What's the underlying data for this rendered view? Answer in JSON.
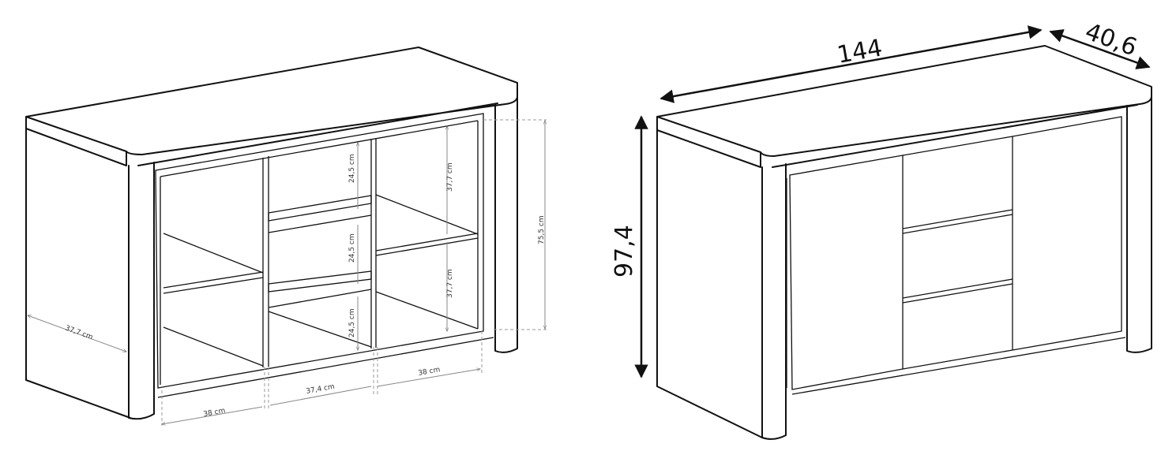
{
  "left_view": {
    "depth_label": "37,7 cm",
    "height_label": "75,5 cm",
    "drawer_height_1": "24,5 cm",
    "drawer_height_2": "24,5 cm",
    "drawer_height_3": "24,5 cm",
    "right_shelf_height_1": "37,7 cm",
    "right_shelf_height_2": "37,7 cm",
    "left_width": "38 cm",
    "middle_width": "37,4 cm",
    "right_width": "38 cm"
  },
  "right_view": {
    "width": "144",
    "depth": "40,6",
    "height": "97,4"
  }
}
